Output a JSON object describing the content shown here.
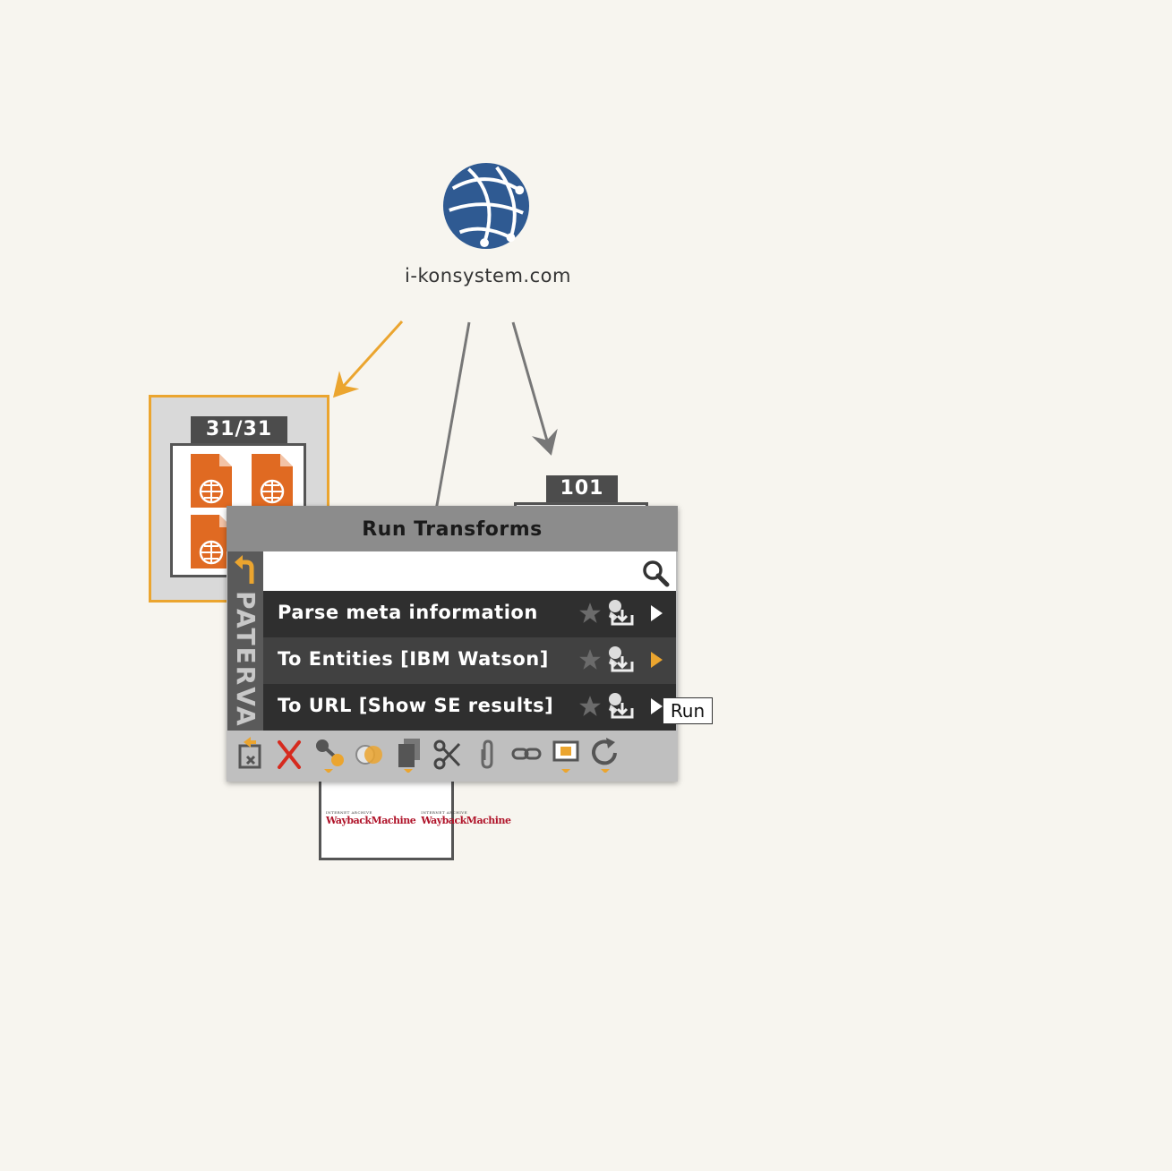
{
  "graph": {
    "root_entity": {
      "label": "i-konsystem.com",
      "icon": "globe-icon"
    },
    "collection_node": {
      "badge": "31/31",
      "icon": "website-document-icon"
    },
    "node_101": {
      "badge": "101"
    },
    "wayback_node": {
      "logo_top": "INTERNET ARCHIVE",
      "logo_word": "WaybackMachine"
    },
    "colors": {
      "selection": "#eba52f",
      "edge": "#777777",
      "globe": "#2f5a92",
      "doc": "#e06a22"
    }
  },
  "run_transforms": {
    "title": "Run Transforms",
    "brand": "PATERVA",
    "search": {
      "value": "",
      "placeholder": ""
    },
    "transforms": [
      {
        "label": "Parse meta information"
      },
      {
        "label": "To Entities [IBM Watson]"
      },
      {
        "label": "To URL [Show SE results]"
      }
    ],
    "tooltip": "Run",
    "toolbar_icons": [
      "export-icon",
      "delete-icon",
      "add-entity-icon",
      "merge-icon",
      "copy-icon",
      "cut-icon",
      "attach-icon",
      "link-icon",
      "select-icon",
      "refresh-icon"
    ]
  }
}
